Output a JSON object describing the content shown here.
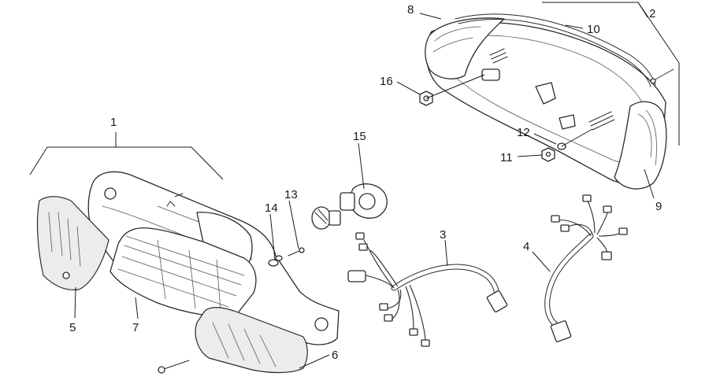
{
  "diagram": {
    "callouts": [
      "1",
      "2",
      "3",
      "4",
      "5",
      "6",
      "7",
      "8",
      "9",
      "10",
      "11",
      "12",
      "13",
      "14",
      "15",
      "16"
    ]
  },
  "colors": {
    "line": "#2a2a2a",
    "background": "#ffffff"
  }
}
